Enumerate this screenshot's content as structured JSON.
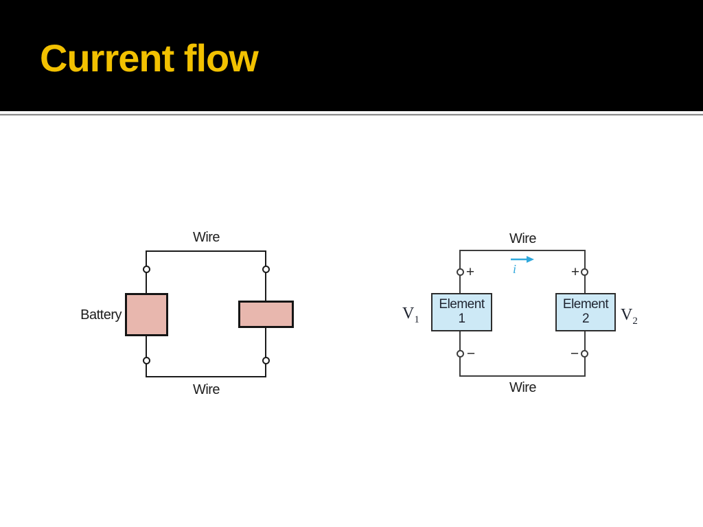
{
  "slide": {
    "title": "Current flow",
    "title_color": "#F2C101",
    "header_bg": "#000000",
    "body_bg": "#ffffff"
  },
  "battery_circuit": {
    "top_wire_label": "Wire",
    "bottom_wire_label": "Wire",
    "battery_label": "Battery",
    "box_fill": "#e8b7ae",
    "line_color": "#1a1a1a"
  },
  "element_circuit": {
    "top_wire_label": "Wire",
    "bottom_wire_label": "Wire",
    "current_label": "i",
    "current_color": "#2fa8dc",
    "element1": {
      "line1": "Element",
      "line2": "1"
    },
    "element2": {
      "line1": "Element",
      "line2": "2"
    },
    "v1": {
      "base": "V",
      "sub": "1"
    },
    "v2": {
      "base": "V",
      "sub": "2"
    },
    "plus": "+",
    "minus": "−",
    "box_fill": "#cde9f6",
    "line_color": "#3d3d3d"
  }
}
